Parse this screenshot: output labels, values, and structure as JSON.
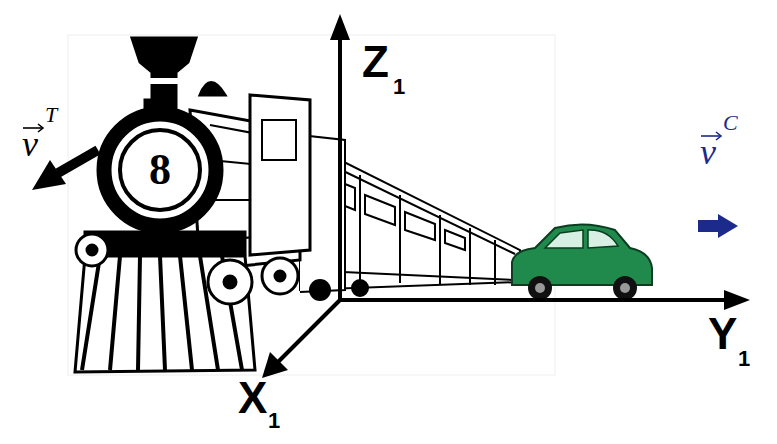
{
  "diagram": {
    "labels": [
      "Z",
      "1",
      "Y",
      "1",
      "X",
      "1",
      "v",
      "T",
      "v",
      "C",
      "8"
    ]
  }
}
